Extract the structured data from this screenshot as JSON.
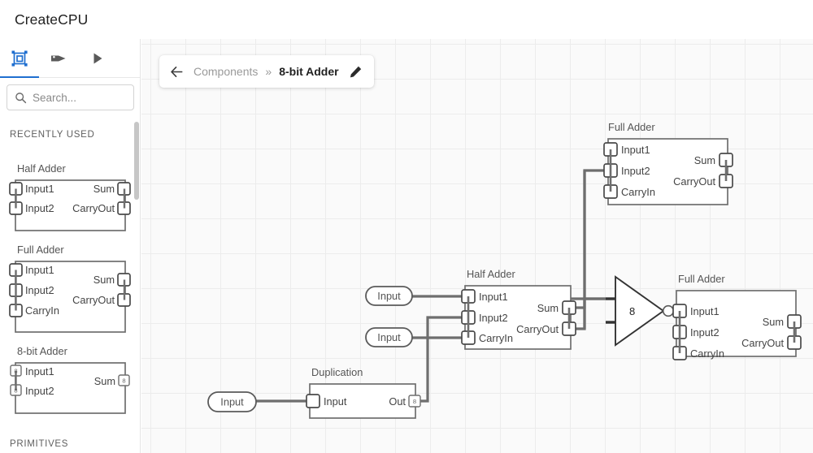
{
  "app": {
    "title": "CreateCPU"
  },
  "sidebar": {
    "tabs": [
      {
        "name": "components",
        "icon": "components-icon",
        "active": true
      },
      {
        "name": "labels",
        "icon": "tag-icon",
        "active": false
      },
      {
        "name": "run",
        "icon": "play-icon",
        "active": false
      }
    ],
    "search": {
      "placeholder": "Search...",
      "value": "",
      "icon": "search-icon"
    },
    "sections": [
      {
        "label": "RECENTLY USED"
      },
      {
        "label": "PRIMITIVES"
      }
    ],
    "components": [
      {
        "title": "Half Adder",
        "inputs": [
          {
            "label": "Input1",
            "width": "1"
          },
          {
            "label": "Input2",
            "width": "1"
          }
        ],
        "outputs": [
          {
            "label": "Sum",
            "width": "1"
          },
          {
            "label": "CarryOut",
            "width": "1"
          }
        ]
      },
      {
        "title": "Full Adder",
        "inputs": [
          {
            "label": "Input1",
            "width": "1"
          },
          {
            "label": "Input2",
            "width": "1"
          },
          {
            "label": "CarryIn",
            "width": "1"
          }
        ],
        "outputs": [
          {
            "label": "Sum",
            "width": "1"
          },
          {
            "label": "CarryOut",
            "width": "1"
          }
        ]
      },
      {
        "title": "8-bit Adder",
        "inputs": [
          {
            "label": "Input1",
            "width": "8"
          },
          {
            "label": "Input2",
            "width": "8"
          }
        ],
        "outputs": [
          {
            "label": "Sum",
            "width": "8"
          }
        ]
      }
    ]
  },
  "breadcrumb": {
    "back_icon": "arrow-left-icon",
    "parent": "Components",
    "separator": "»",
    "current": "8-bit Adder",
    "edit_icon": "pencil-icon"
  },
  "canvas": {
    "nodes": {
      "full_adder_top": {
        "title": "Full Adder",
        "in1": "Input1",
        "in2": "Input2",
        "in3": "CarryIn",
        "out1": "Sum",
        "out2": "CarryOut"
      },
      "half_adder_mid": {
        "title": "Half Adder",
        "in1": "Input1",
        "in2": "Input2",
        "in3": "CarryIn",
        "out1": "Sum",
        "out2": "CarryOut"
      },
      "full_adder_right": {
        "title": "Full Adder",
        "in1": "Input1",
        "in2": "Input2",
        "in3": "CarryIn",
        "out1": "Sum",
        "out2": "CarryOut"
      },
      "duplication": {
        "title": "Duplication",
        "in1": "Input",
        "out1": "Out",
        "out_width": "8"
      },
      "bus_merger": {
        "label": "8"
      }
    },
    "input_pills": [
      {
        "label": "Input"
      },
      {
        "label": "Input"
      },
      {
        "label": "Input"
      }
    ]
  },
  "colors": {
    "accent": "#1f6fd0",
    "canvas_bg": "#fafafa",
    "grid_line": "#ececec",
    "wire": "#6e6e6e",
    "node_stroke": "#6e6e6e"
  }
}
